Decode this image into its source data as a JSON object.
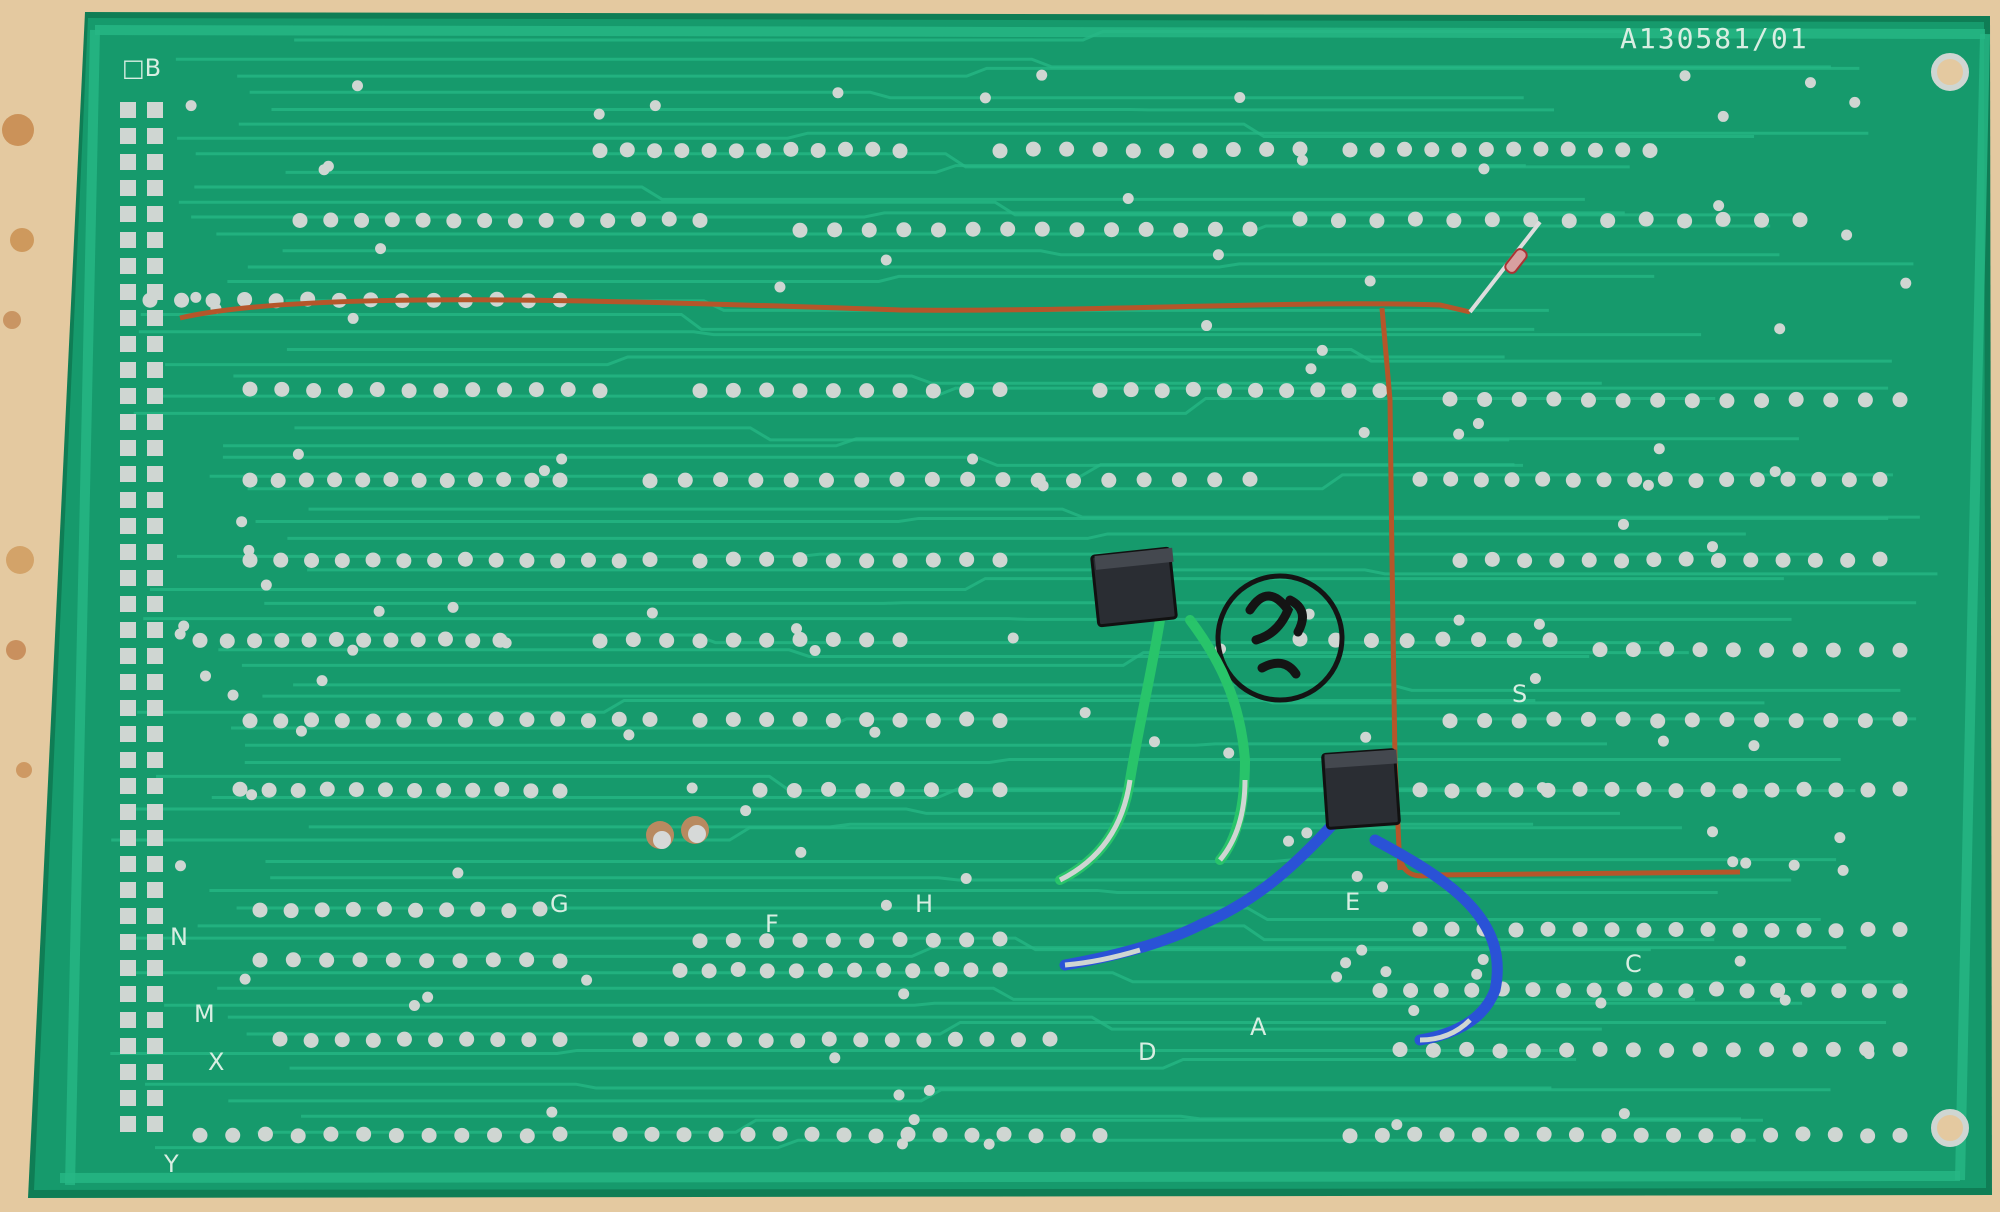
{
  "photo": {
    "subject": "pcb-solder-side",
    "colors": {
      "board": "#169a6c",
      "board_dark": "#0f7d55",
      "trace": "#27b886",
      "pad": "#cfd6d2",
      "table": "#e4c9a0",
      "bodge_wire": "#b5562a",
      "green_wire": "#28c46a",
      "blue_wire": "#2a52d6",
      "component": "#2a2d33"
    }
  },
  "silkscreen": {
    "serial": "A130581/01",
    "letters": [
      "G",
      "H",
      "F",
      "E",
      "S",
      "C",
      "A",
      "D",
      "N",
      "M",
      "X",
      "Y"
    ],
    "corner_mark": "□B"
  },
  "rework": {
    "bodge_wires": [
      "red-enamel-horizontal",
      "red-enamel-vertical",
      "red-enamel-lower"
    ],
    "add_on_parts": [
      "green-wired-part",
      "blue-wired-part"
    ]
  }
}
